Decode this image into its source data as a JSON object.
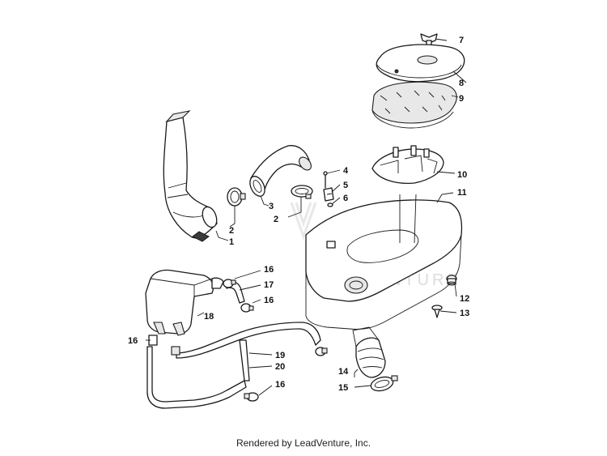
{
  "watermark": "LEADVENTURE",
  "callouts": {
    "c1": "1",
    "c2a": "2",
    "c2b": "2",
    "c3": "3",
    "c4": "4",
    "c5": "5",
    "c6": "6",
    "c7": "7",
    "c8": "8",
    "c9": "9",
    "c10": "10",
    "c11": "11",
    "c12": "12",
    "c13": "13",
    "c14": "14",
    "c15": "15",
    "c16a": "16",
    "c16b": "16",
    "c16c": "16",
    "c16d": "16",
    "c17": "17",
    "c18": "18",
    "c19": "19",
    "c20": "20"
  },
  "footer": "Rendered by LeadVenture, Inc."
}
